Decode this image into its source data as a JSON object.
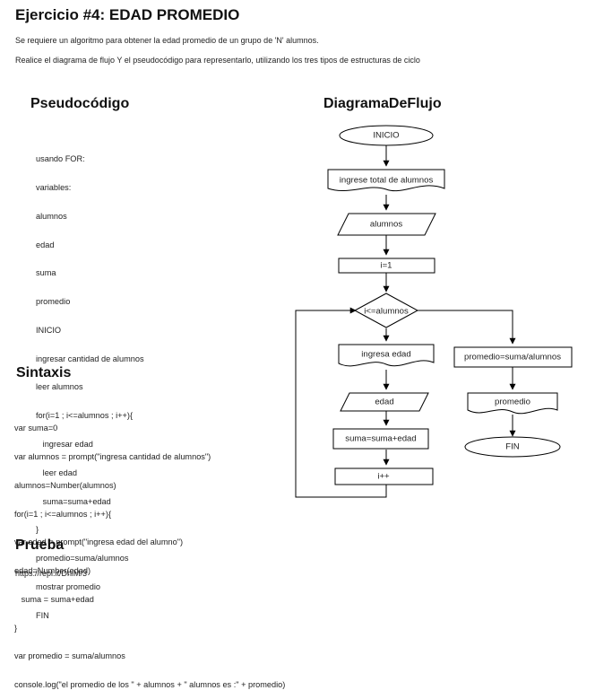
{
  "document": {
    "title": "Ejercicio #4: EDAD PROMEDIO",
    "paragraphs": [
      "Se requiere un algoritmo para obtener la edad promedio de un grupo de 'N' alumnos.",
      "Realice el diagrama de flujo Y el pseudocódigo para representarlo, utilizando los tres tipos de estructuras de ciclo"
    ]
  },
  "pseudocode": {
    "heading": "Pseudocódigo",
    "lines": [
      "usando FOR:",
      "variables:",
      "alumnos",
      "edad",
      "suma",
      "promedio",
      "INICIO",
      "ingresar cantidad de alumnos",
      "leer alumnos",
      "for(i=1 ; i<=alumnos ; i++){",
      "   ingresar edad",
      "   leer edad",
      "   suma=suma+edad",
      "}",
      "promedio=suma/alumnos",
      "mostrar promedio",
      "FIN"
    ]
  },
  "syntax": {
    "heading": "Sintaxis",
    "lines": [
      "var suma=0",
      "var alumnos = prompt(\"ingresa cantidad de alumnos\")",
      "alumnos=Number(alumnos)",
      "for(i=1 ; i<=alumnos ; i++){",
      "var edad = prompt(\"ingresa edad del alumno\")",
      "edad=Number(edad)",
      "   suma = suma+edad",
      "}",
      "var promedio = suma/alumnos",
      "console.log(\"el promedio de los \" + alumnos + \" alumnos es :\" + promedio)"
    ]
  },
  "flowchart": {
    "heading": "DiagramaDeFlujo",
    "nodes": {
      "inicio": "INICIO",
      "ingrese_total": "ingrese total de alumnos",
      "alumnos": "alumnos",
      "i_init": "i=1",
      "condicion": "i<=alumnos",
      "ingresa_edad": "ingresa edad",
      "edad": "edad",
      "suma": "suma=suma+edad",
      "incremento": "i++",
      "promedio_calc": "promedio=suma/alumnos",
      "promedio_out": "promedio",
      "fin": "FIN"
    }
  },
  "test": {
    "heading": "Prueba",
    "link": "https://repl.it/DhiM/3"
  }
}
